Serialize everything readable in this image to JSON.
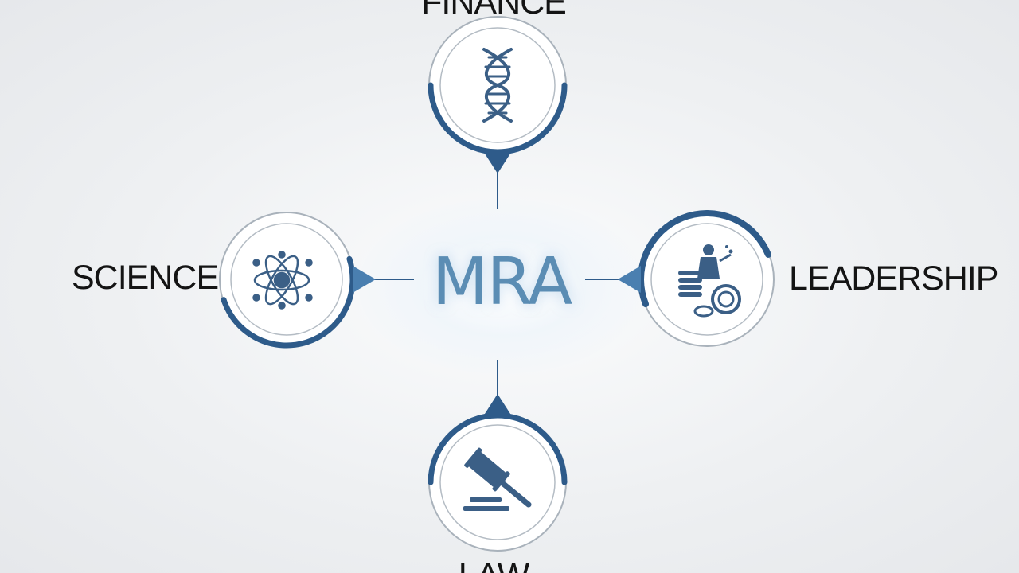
{
  "center": {
    "label": "MRA"
  },
  "nodes": [
    {
      "id": "finance",
      "label": "FINANCE",
      "icon": "dna-icon"
    },
    {
      "id": "science",
      "label": "SCIENCE",
      "icon": "atom-icon"
    },
    {
      "id": "leadership",
      "label": "LEADERSHIP",
      "icon": "coins-person-icon"
    },
    {
      "id": "law",
      "label": "LAW",
      "icon": "gavel-icon"
    }
  ],
  "colors": {
    "accent": "#2e5b8a",
    "ring": "#a9b2bb",
    "center_text": "#5b8db4",
    "label_text": "#141414"
  }
}
